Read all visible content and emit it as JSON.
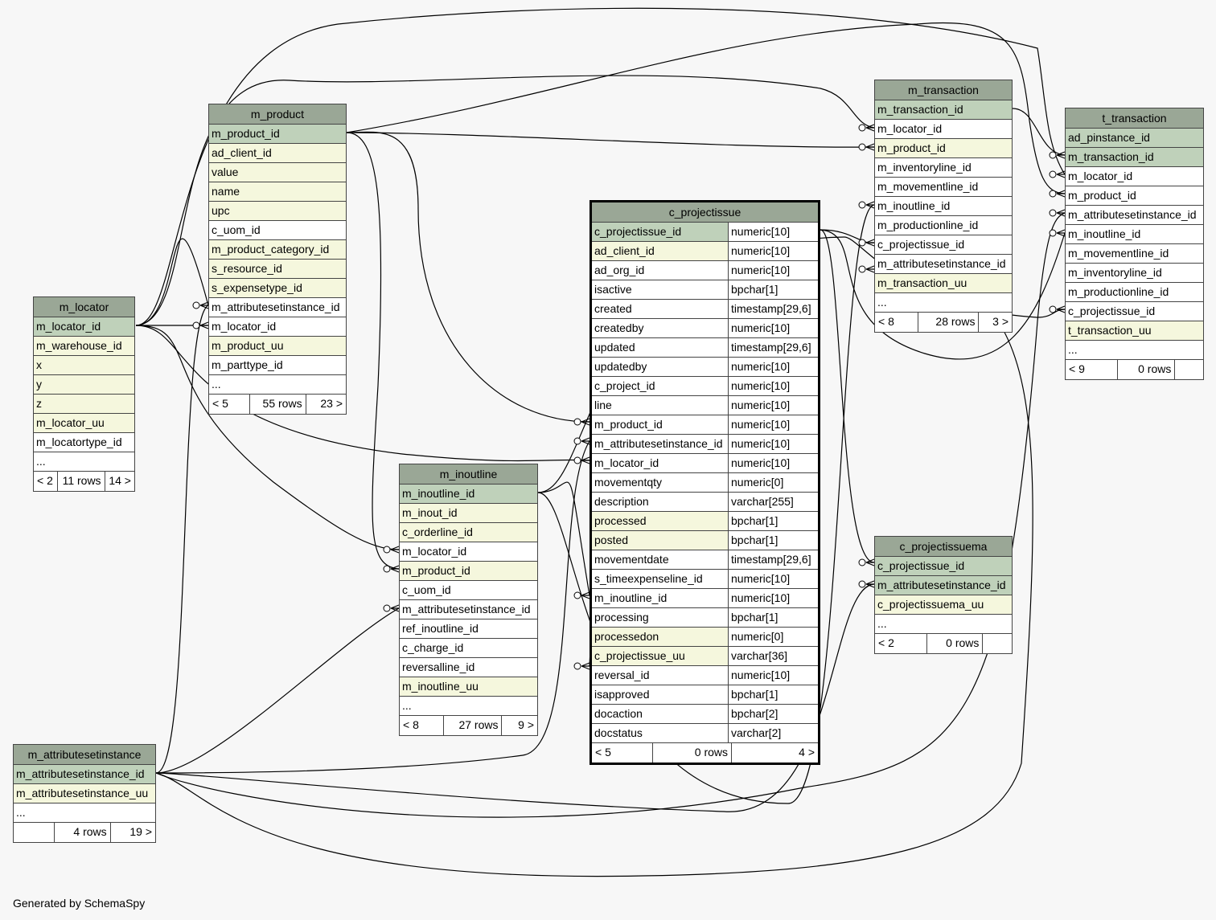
{
  "credit": "Generated by SchemaSpy",
  "tables": {
    "m_locator": {
      "name": "m_locator",
      "columns": [
        {
          "name": "m_locator_id",
          "kind": "pk"
        },
        {
          "name": "m_warehouse_id",
          "kind": "idx"
        },
        {
          "name": "x",
          "kind": "idx"
        },
        {
          "name": "y",
          "kind": "idx"
        },
        {
          "name": "z",
          "kind": "idx"
        },
        {
          "name": "m_locator_uu",
          "kind": "idx"
        },
        {
          "name": "m_locatortype_id",
          "kind": "plain"
        },
        {
          "name": "...",
          "kind": "plain"
        }
      ],
      "footer": [
        "< 2",
        "11 rows",
        "14 >"
      ]
    },
    "m_product": {
      "name": "m_product",
      "columns": [
        {
          "name": "m_product_id",
          "kind": "pk"
        },
        {
          "name": "ad_client_id",
          "kind": "idx"
        },
        {
          "name": "value",
          "kind": "idx"
        },
        {
          "name": "name",
          "kind": "idx"
        },
        {
          "name": "upc",
          "kind": "idx"
        },
        {
          "name": "c_uom_id",
          "kind": "plain"
        },
        {
          "name": "m_product_category_id",
          "kind": "idx"
        },
        {
          "name": "s_resource_id",
          "kind": "idx"
        },
        {
          "name": "s_expensetype_id",
          "kind": "idx"
        },
        {
          "name": "m_attributesetinstance_id",
          "kind": "plain"
        },
        {
          "name": "m_locator_id",
          "kind": "plain"
        },
        {
          "name": "m_product_uu",
          "kind": "idx"
        },
        {
          "name": "m_parttype_id",
          "kind": "plain"
        },
        {
          "name": "...",
          "kind": "plain"
        }
      ],
      "footer": [
        "< 5",
        "55 rows",
        "23 >"
      ]
    },
    "m_inoutline": {
      "name": "m_inoutline",
      "columns": [
        {
          "name": "m_inoutline_id",
          "kind": "pk"
        },
        {
          "name": "m_inout_id",
          "kind": "idx"
        },
        {
          "name": "c_orderline_id",
          "kind": "idx"
        },
        {
          "name": "m_locator_id",
          "kind": "plain"
        },
        {
          "name": "m_product_id",
          "kind": "idx"
        },
        {
          "name": "c_uom_id",
          "kind": "plain"
        },
        {
          "name": "m_attributesetinstance_id",
          "kind": "plain"
        },
        {
          "name": "ref_inoutline_id",
          "kind": "plain"
        },
        {
          "name": "c_charge_id",
          "kind": "plain"
        },
        {
          "name": "reversalline_id",
          "kind": "plain"
        },
        {
          "name": "m_inoutline_uu",
          "kind": "idx"
        },
        {
          "name": "...",
          "kind": "plain"
        }
      ],
      "footer": [
        "< 8",
        "27 rows",
        "9 >"
      ]
    },
    "m_attributesetinstance": {
      "name": "m_attributesetinstance",
      "columns": [
        {
          "name": "m_attributesetinstance_id",
          "kind": "pk"
        },
        {
          "name": "m_attributesetinstance_uu",
          "kind": "idx"
        },
        {
          "name": "...",
          "kind": "plain"
        }
      ],
      "footer": [
        "",
        "4 rows",
        "19 >"
      ]
    },
    "c_projectissue": {
      "name": "c_projectissue",
      "columns": [
        {
          "name": "c_projectissue_id",
          "type": "numeric[10]",
          "kind": "pk"
        },
        {
          "name": "ad_client_id",
          "type": "numeric[10]",
          "kind": "idx"
        },
        {
          "name": "ad_org_id",
          "type": "numeric[10]",
          "kind": "plain"
        },
        {
          "name": "isactive",
          "type": "bpchar[1]",
          "kind": "plain"
        },
        {
          "name": "created",
          "type": "timestamp[29,6]",
          "kind": "plain"
        },
        {
          "name": "createdby",
          "type": "numeric[10]",
          "kind": "plain"
        },
        {
          "name": "updated",
          "type": "timestamp[29,6]",
          "kind": "plain"
        },
        {
          "name": "updatedby",
          "type": "numeric[10]",
          "kind": "plain"
        },
        {
          "name": "c_project_id",
          "type": "numeric[10]",
          "kind": "plain"
        },
        {
          "name": "line",
          "type": "numeric[10]",
          "kind": "plain"
        },
        {
          "name": "m_product_id",
          "type": "numeric[10]",
          "kind": "plain"
        },
        {
          "name": "m_attributesetinstance_id",
          "type": "numeric[10]",
          "kind": "plain"
        },
        {
          "name": "m_locator_id",
          "type": "numeric[10]",
          "kind": "plain"
        },
        {
          "name": "movementqty",
          "type": "numeric[0]",
          "kind": "plain"
        },
        {
          "name": "description",
          "type": "varchar[255]",
          "kind": "plain"
        },
        {
          "name": "processed",
          "type": "bpchar[1]",
          "kind": "idx"
        },
        {
          "name": "posted",
          "type": "bpchar[1]",
          "kind": "idx"
        },
        {
          "name": "movementdate",
          "type": "timestamp[29,6]",
          "kind": "plain"
        },
        {
          "name": "s_timeexpenseline_id",
          "type": "numeric[10]",
          "kind": "plain"
        },
        {
          "name": "m_inoutline_id",
          "type": "numeric[10]",
          "kind": "plain"
        },
        {
          "name": "processing",
          "type": "bpchar[1]",
          "kind": "plain"
        },
        {
          "name": "processedon",
          "type": "numeric[0]",
          "kind": "idx"
        },
        {
          "name": "c_projectissue_uu",
          "type": "varchar[36]",
          "kind": "idx"
        },
        {
          "name": "reversal_id",
          "type": "numeric[10]",
          "kind": "plain"
        },
        {
          "name": "isapproved",
          "type": "bpchar[1]",
          "kind": "plain"
        },
        {
          "name": "docaction",
          "type": "bpchar[2]",
          "kind": "plain"
        },
        {
          "name": "docstatus",
          "type": "varchar[2]",
          "kind": "plain"
        }
      ],
      "footer": [
        "< 5",
        "0 rows",
        "4 >"
      ]
    },
    "m_transaction": {
      "name": "m_transaction",
      "columns": [
        {
          "name": "m_transaction_id",
          "kind": "pk"
        },
        {
          "name": "m_locator_id",
          "kind": "plain"
        },
        {
          "name": "m_product_id",
          "kind": "idx"
        },
        {
          "name": "m_inventoryline_id",
          "kind": "plain"
        },
        {
          "name": "m_movementline_id",
          "kind": "plain"
        },
        {
          "name": "m_inoutline_id",
          "kind": "plain"
        },
        {
          "name": "m_productionline_id",
          "kind": "plain"
        },
        {
          "name": "c_projectissue_id",
          "kind": "plain"
        },
        {
          "name": "m_attributesetinstance_id",
          "kind": "plain"
        },
        {
          "name": "m_transaction_uu",
          "kind": "idx"
        },
        {
          "name": "...",
          "kind": "plain"
        }
      ],
      "footer": [
        "< 8",
        "28 rows",
        "3 >"
      ]
    },
    "c_projectissuema": {
      "name": "c_projectissuema",
      "columns": [
        {
          "name": "c_projectissue_id",
          "kind": "pk"
        },
        {
          "name": "m_attributesetinstance_id",
          "kind": "pk"
        },
        {
          "name": "c_projectissuema_uu",
          "kind": "idx"
        },
        {
          "name": "...",
          "kind": "plain"
        }
      ],
      "footer": [
        "< 2",
        "0 rows",
        ""
      ]
    },
    "t_transaction": {
      "name": "t_transaction",
      "columns": [
        {
          "name": "ad_pinstance_id",
          "kind": "pk"
        },
        {
          "name": "m_transaction_id",
          "kind": "pk"
        },
        {
          "name": "m_locator_id",
          "kind": "plain"
        },
        {
          "name": "m_product_id",
          "kind": "plain"
        },
        {
          "name": "m_attributesetinstance_id",
          "kind": "plain"
        },
        {
          "name": "m_inoutline_id",
          "kind": "plain"
        },
        {
          "name": "m_movementline_id",
          "kind": "plain"
        },
        {
          "name": "m_inventoryline_id",
          "kind": "plain"
        },
        {
          "name": "m_productionline_id",
          "kind": "plain"
        },
        {
          "name": "c_projectissue_id",
          "kind": "plain"
        },
        {
          "name": "t_transaction_uu",
          "kind": "idx"
        },
        {
          "name": "...",
          "kind": "plain"
        }
      ],
      "footer": [
        "< 9",
        "0 rows",
        ""
      ]
    }
  }
}
